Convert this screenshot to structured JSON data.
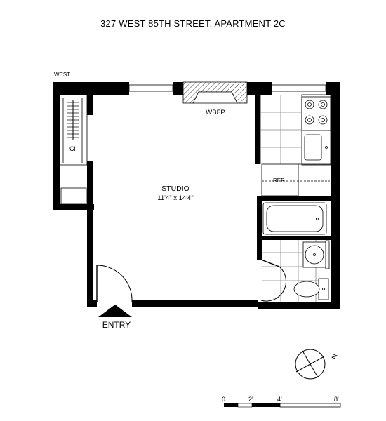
{
  "title": "327 WEST 85TH STREET, APARTMENT 2C",
  "labels": {
    "orientation": "WEST",
    "fireplace": "WBFP",
    "closet": "Cl",
    "refrigerator": "REF",
    "studio_name": "STUDIO",
    "studio_dimensions": "11'4\" x 14'4\"",
    "entry": "ENTRY",
    "north": "N"
  },
  "scale_bar": {
    "ticks": [
      "0",
      "2'",
      "4'",
      "8'"
    ]
  },
  "colors": {
    "wall": "#000000",
    "line": "#555555",
    "background": "#ffffff"
  }
}
